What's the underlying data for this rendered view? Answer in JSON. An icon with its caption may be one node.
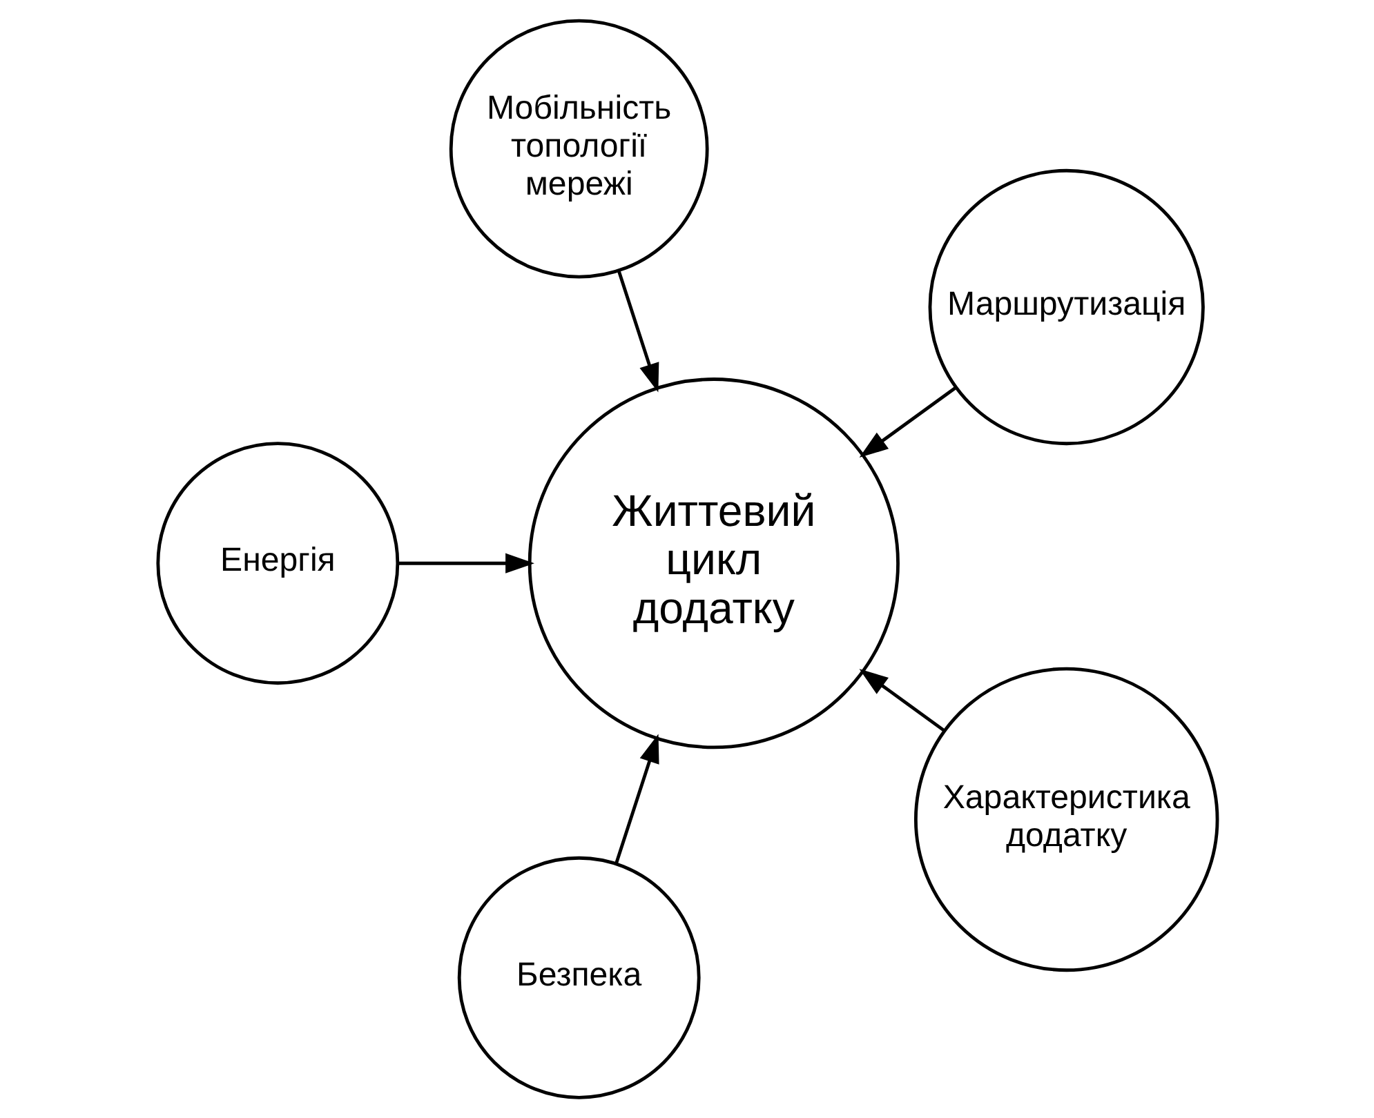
{
  "diagram": {
    "nodes": [
      {
        "text": [
          "Маршрутизація"
        ]
      },
      {
        "text": [
          "Мобільність топології мережі"
        ]
      },
      {
        "text": [
          "Енергія"
        ]
      },
      {
        "text": [
          "Життевий цикл додатку"
        ]
      },
      {
        "text": [
          "Безпека"
        ]
      },
      {
        "text": [
          "Характеристика додатку"
        ]
      }
    ],
    "edges": [
      {
        "from": 0,
        "to": 3,
        "arrow": "to"
      },
      {
        "from": 2,
        "to": 3,
        "arrow": "to"
      },
      {
        "from": 1,
        "to": 3,
        "arrow": "to"
      },
      {
        "from": 5,
        "to": 3,
        "arrow": "to"
      },
      {
        "from": 4,
        "to": 3,
        "arrow": "to"
      }
    ]
  }
}
